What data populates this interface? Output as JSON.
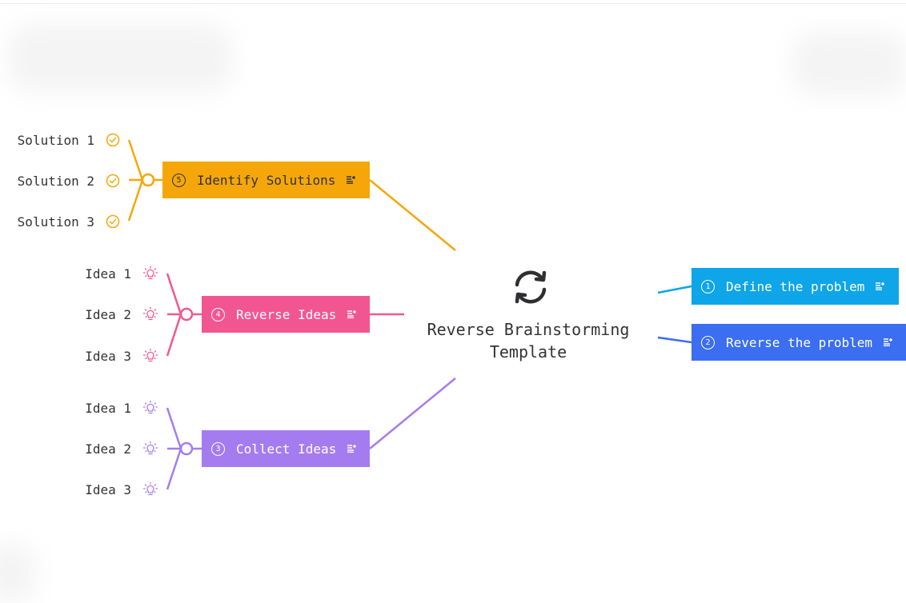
{
  "center": {
    "title_line1": "Reverse Brainstorming",
    "title_line2": "Template",
    "icon": "refresh-icon"
  },
  "branches": {
    "define": {
      "number": "1",
      "label": "Define the problem",
      "color": "#0ea5e9"
    },
    "reverse_problem": {
      "number": "2",
      "label": "Reverse the problem",
      "color": "#3b6ef0"
    },
    "collect": {
      "number": "3",
      "label": "Collect Ideas",
      "color": "#a57cf0",
      "children": [
        {
          "label": "Idea 1",
          "icon": "lightbulb-icon"
        },
        {
          "label": "Idea 2",
          "icon": "lightbulb-icon"
        },
        {
          "label": "Idea 3",
          "icon": "lightbulb-icon"
        }
      ]
    },
    "reverse_ideas": {
      "number": "4",
      "label": "Reverse Ideas",
      "color": "#f25690",
      "children": [
        {
          "label": "Idea 1",
          "icon": "lightbulb-icon"
        },
        {
          "label": "Idea 2",
          "icon": "lightbulb-icon"
        },
        {
          "label": "Idea 3",
          "icon": "lightbulb-icon"
        }
      ]
    },
    "solutions": {
      "number": "5",
      "label": "Identify Solutions",
      "color": "#f5a70a",
      "text_color": "#333333",
      "children": [
        {
          "label": "Solution 1",
          "icon": "check-circle-icon"
        },
        {
          "label": "Solution 2",
          "icon": "check-circle-icon"
        },
        {
          "label": "Solution 3",
          "icon": "check-circle-icon"
        }
      ]
    }
  },
  "note_icon": "note-plus-icon"
}
